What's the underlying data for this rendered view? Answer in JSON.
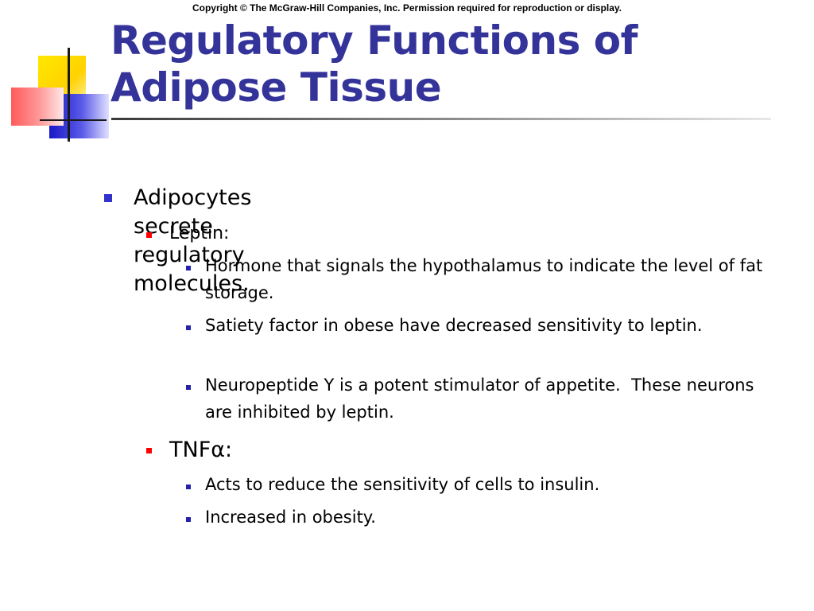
{
  "slide": {
    "copyright": "Copyright © The McGraw-Hill Companies, Inc. Permission required for reproduction or display.",
    "title_line1": "Regulatory Functions of",
    "title_line2": "Adipose Tissue",
    "colors": {
      "title": "#333399",
      "bullet_l1": "#3333cc",
      "bullet_l2": "#ff0000",
      "bullet_l3": "#2222aa"
    },
    "bullets": [
      {
        "level": 1,
        "text": "Adipocytes secrete regulatory molecules."
      },
      {
        "level": 2,
        "text": "Leptin:"
      },
      {
        "level": 3,
        "text": "Hormone that signals the hypothalamus to indicate the level of fat storage."
      },
      {
        "level": 3,
        "text": "Satiety factor in obese have decreased sensitivity to leptin."
      },
      {
        "level": 3,
        "text": "Neuropeptide Y is a potent stimulator of appetite.  These neurons are inhibited by leptin."
      },
      {
        "level": 2,
        "text": "TNFα:"
      },
      {
        "level": 3,
        "text": "Acts to reduce the sensitivity of cells to insulin."
      },
      {
        "level": 3,
        "text": "Increased in obesity."
      }
    ]
  }
}
